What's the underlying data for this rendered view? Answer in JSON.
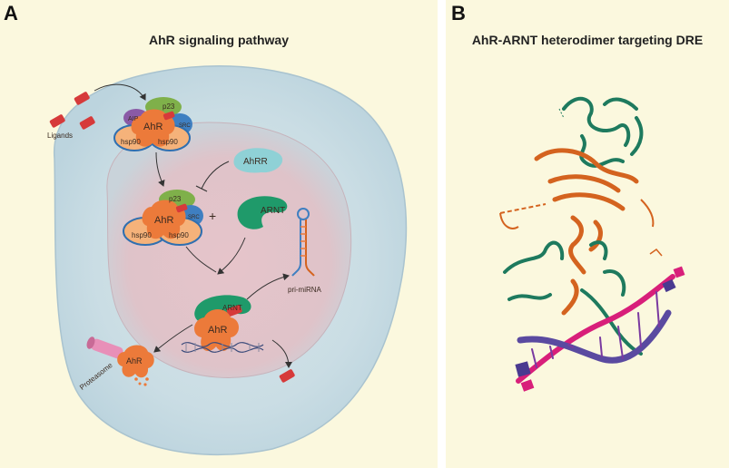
{
  "panel_a": {
    "letter": "A",
    "title": "AhR signaling pathway",
    "labels": {
      "ligands": "Ligands",
      "aip": "AIP",
      "p23_top": "p23",
      "src_top": "SRC",
      "ahr_top": "AhR",
      "hsp90_left_top": "hsp90",
      "hsp90_right_top": "hsp90",
      "p23_mid": "p23",
      "src_mid": "SRC",
      "ahr_mid": "AhR",
      "hsp90_left_mid": "hsp90",
      "hsp90_right_mid": "hsp90",
      "plus": "+",
      "ahrr": "AhRR",
      "arnt": "ARNT",
      "pri_mirna": "pri-miRNA",
      "arnt_complex": "ARNT",
      "ahr_complex": "AhR",
      "proteasome": "Proteasome",
      "ahr_degraded": "AhR"
    },
    "colors": {
      "background": "#fbf8de",
      "cytoplasm": "#cfe0e6",
      "nucleus": "#e3c6cc",
      "ahr": "#ec7a3a",
      "hsp90": "#f5b27a",
      "hsp90_outline": "#2f6fb0",
      "p23": "#7fb04a",
      "src": "#3f7fc1",
      "aip": "#8a5aa6",
      "ligand": "#d63a3a",
      "ahrr": "#8fd1d6",
      "arnt": "#1f9a6a",
      "proteasome": "#e88fb8"
    }
  },
  "panel_b": {
    "letter": "B",
    "title": "AhR-ARNT heterodimer targeting DRE",
    "colors": {
      "arnt": "#1e7a5e",
      "ahr": "#d4631f",
      "dna_strand_1": "#d81f7a",
      "dna_strand_2": "#5a4aa0"
    }
  }
}
